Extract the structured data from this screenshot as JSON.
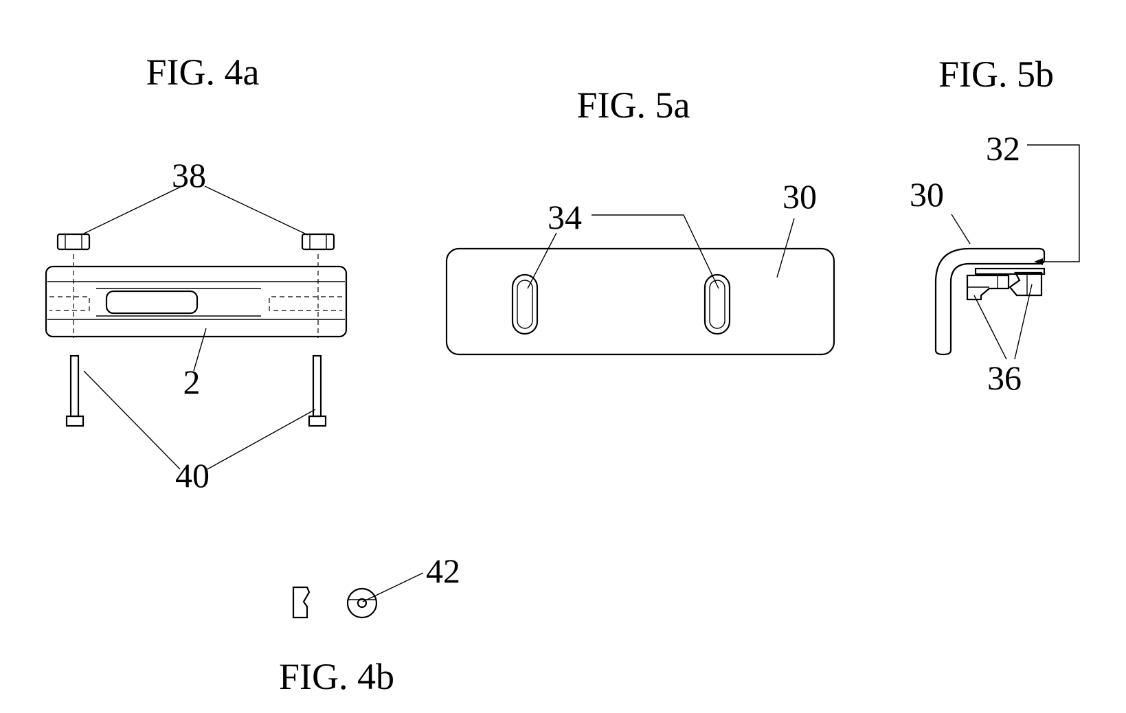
{
  "figures": {
    "fig4a": {
      "title": "FIG. 4a",
      "refs": {
        "nuts": "38",
        "block": "2",
        "bolts": "40"
      }
    },
    "fig4b": {
      "title": "FIG. 4b",
      "refs": {
        "washer": "42"
      }
    },
    "fig5a": {
      "title": "FIG. 5a",
      "refs": {
        "slots": "34",
        "plate": "30"
      }
    },
    "fig5b": {
      "title": "FIG. 5b",
      "refs": {
        "top": "32",
        "plate": "30",
        "clips": "36"
      }
    }
  }
}
